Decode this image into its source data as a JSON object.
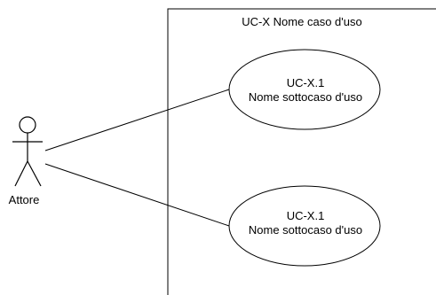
{
  "diagram": {
    "type": "use-case",
    "system": {
      "title": "UC-X Nome caso d'uso"
    },
    "actor": {
      "label": "Attore"
    },
    "use_cases": [
      {
        "id": "UC-X.1",
        "name": "Nome sottocaso d'uso"
      },
      {
        "id": "UC-X.1",
        "name": "Nome sottocaso d'uso"
      }
    ],
    "associations": [
      {
        "from": "Attore",
        "to": 0
      },
      {
        "from": "Attore",
        "to": 1
      }
    ],
    "colors": {
      "stroke": "#000000",
      "background": "#ffffff",
      "text": "#000000"
    }
  }
}
